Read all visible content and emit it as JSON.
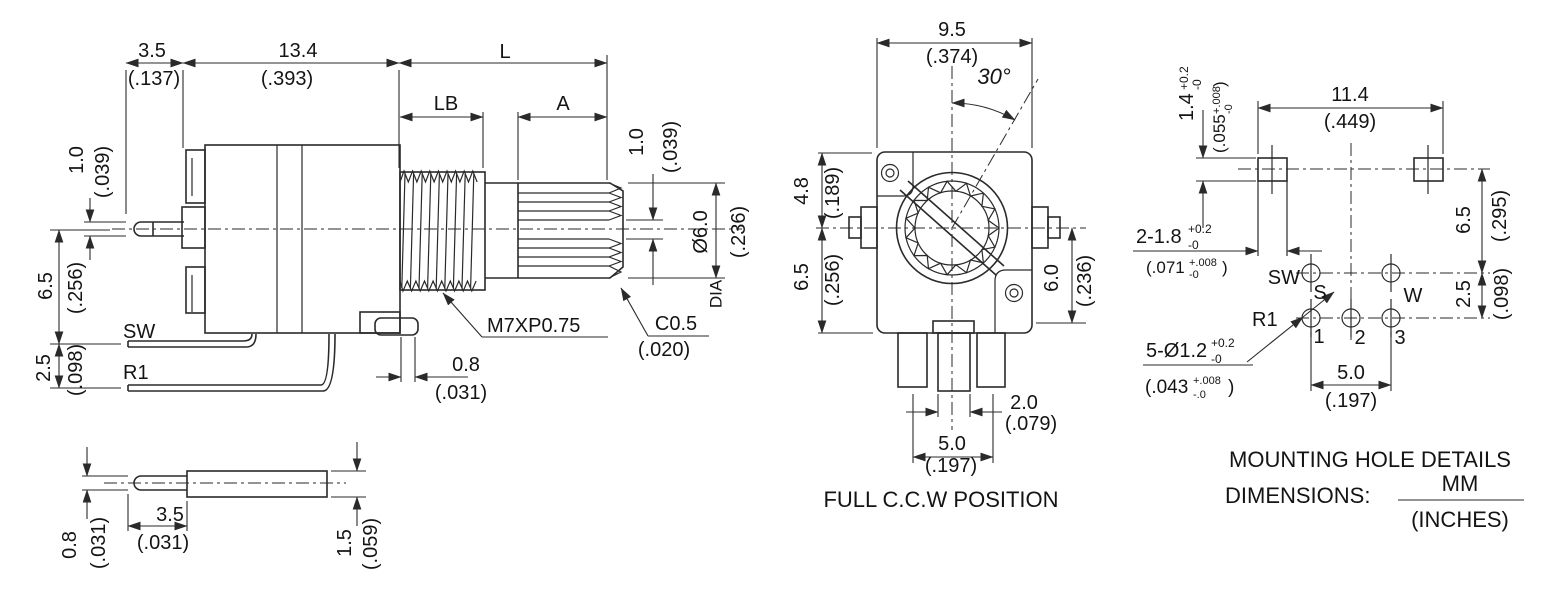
{
  "canvas": {
    "background": "#ffffff",
    "ink": "#1f1f1f"
  },
  "side_view": {
    "dim_3_5": "3.5",
    "dim_3_5_in": "(.137)",
    "dim_13_4": "13.4",
    "dim_13_4_in": "(.393)",
    "dim_l": "L",
    "dim_lb": "LB",
    "dim_a": "A",
    "pin_thickness": "1.0",
    "pin_thickness_in": "(.039)",
    "knurl_gap": "1.0",
    "knurl_gap_in": "(.039)",
    "dim_6_5": "6.5",
    "dim_6_5_in": "(.256)",
    "dim_2_5": "2.5",
    "dim_2_5_in": "(.098)",
    "label_sw": "SW",
    "label_r1": "R1",
    "thread_spec": "M7XP0.75",
    "chamfer": "C0.5",
    "chamfer_in": "(.020)",
    "dim_0_8": "0.8",
    "dim_0_8_in": "(.031)",
    "shaft_dia": "Ø6.0",
    "shaft_dia_in": "(.236)",
    "shaft_dia_label": "DIA"
  },
  "terminal_detail": {
    "dim_0_8": "0.8",
    "dim_0_8_in": "(.031)",
    "dim_3_5": "3.5",
    "dim_3_5_in": "(.031)",
    "dim_1_5": "1.5",
    "dim_1_5_in": "(.059)"
  },
  "front_view": {
    "dim_9_5": "9.5",
    "dim_9_5_in": "(.374)",
    "angle": "30°",
    "dim_4_8": "4.8",
    "dim_4_8_in": "(.189)",
    "dim_6_5": "6.5",
    "dim_6_5_in": "(.256)",
    "dim_6_0": "6.0",
    "dim_6_0_in": "(.236)",
    "dim_2_0": "2.0",
    "dim_2_0_in": "(.079)",
    "dim_5_0": "5.0",
    "dim_5_0_in": "(.197)",
    "caption": "FULL C.C.W POSITION"
  },
  "mounting_view": {
    "dim_1_4": "1.4",
    "dim_1_4_plus": "+0.2",
    "dim_1_4_minus": "-0",
    "dim_1_4_in": "(.055",
    "dim_1_4_in_plus": "+.008",
    "dim_1_4_in_minus": "-0",
    "dim_1_4_in_close": ")",
    "dim_11_4": "11.4",
    "dim_11_4_in": "(.449)",
    "dim_sq": "2-1.8",
    "dim_sq_plus": "+0.2",
    "dim_sq_minus": "-0",
    "dim_sq_in": "(.071",
    "dim_sq_in_plus": "+.008",
    "dim_sq_in_minus": "-0",
    "dim_sq_in_close": ")",
    "dim_6_5": "6.5",
    "dim_6_5_in": "(.295)",
    "dim_2_5": "2.5",
    "dim_2_5_in": "(.098)",
    "holes_spec": "5-Ø1.2",
    "holes_plus": "+0.2",
    "holes_minus": "-0",
    "holes_in": "(.043",
    "holes_in_plus": "+.008",
    "holes_in_minus": "-.0",
    "holes_in_close": ")",
    "label_sw": "SW",
    "label_s": "S",
    "label_w": "W",
    "label_r1": "R1",
    "pin_1": "1",
    "pin_2": "2",
    "pin_3": "3",
    "dim_5_0": "5.0",
    "dim_5_0_in": "(.197)",
    "title": "MOUNTING HOLE DETAILS",
    "dimensions_label": "DIMENSIONS:",
    "unit_mm": "MM",
    "unit_inches": "(INCHES)"
  }
}
